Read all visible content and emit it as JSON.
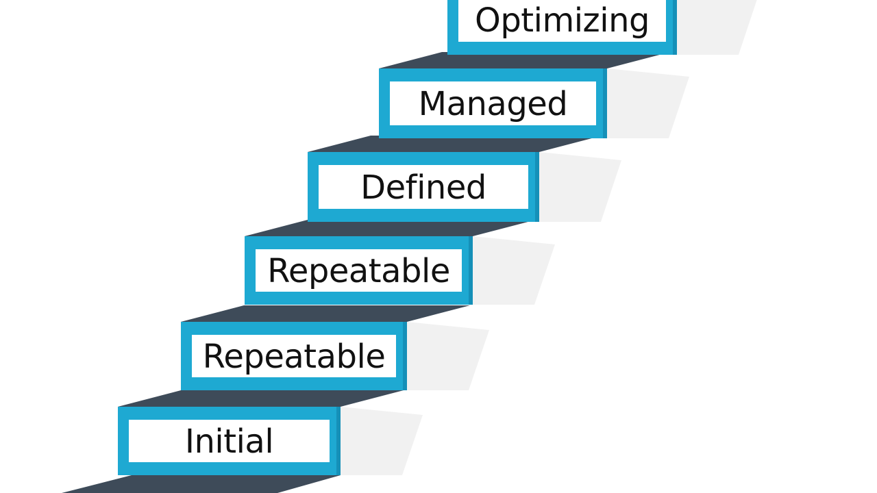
{
  "colors": {
    "riser_frame": "#1ea9d2",
    "riser_frame_dark": "#1590b8",
    "label_panel": "#ffffff",
    "tread": "#3e4b59",
    "tread_edge": "#2f3a46",
    "shadow": "#ececec",
    "label_text": "#111111"
  },
  "steps": [
    {
      "label": "Initial"
    },
    {
      "label": "Repeatable"
    },
    {
      "label": "Repeatable"
    },
    {
      "label": "Defined"
    },
    {
      "label": "Managed"
    },
    {
      "label": "Optimizing"
    }
  ]
}
